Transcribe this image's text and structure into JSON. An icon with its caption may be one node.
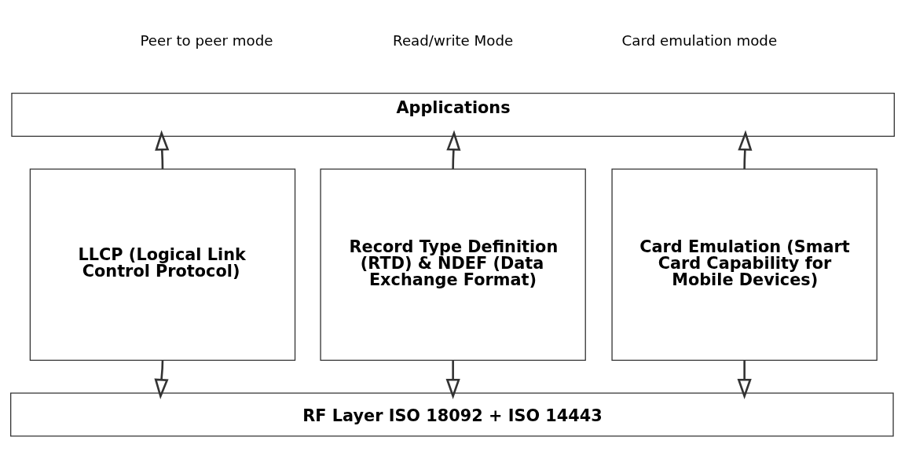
{
  "diagram": {
    "nodes": [
      {
        "text": [
          "Applications"
        ]
      },
      {
        "text": [
          "LLCP (Logical Link Control Protocol)"
        ]
      },
      {
        "text": [
          "Record Type Definition (RTD) & NDEF (Data Exchange Format)"
        ]
      },
      {
        "text": [
          "Card Emulation (Smart Card Capability for Mobile Devices)"
        ]
      },
      {
        "text": [
          "RF Layer ISO 18092 + ISO 14443"
        ]
      }
    ],
    "edges": [
      {
        "from": 1,
        "to": 0,
        "arrow": "to"
      },
      {
        "from": 2,
        "to": 0,
        "arrow": "to"
      },
      {
        "from": 3,
        "to": 0,
        "arrow": "to"
      },
      {
        "from": 1,
        "to": 4,
        "arrow": "to"
      },
      {
        "from": 2,
        "to": 4,
        "arrow": "to"
      },
      {
        "from": 3,
        "to": 4,
        "arrow": "to"
      }
    ],
    "labels": [
      "Peer to peer mode",
      "Read/write Mode",
      "Card emulation mode"
    ]
  }
}
